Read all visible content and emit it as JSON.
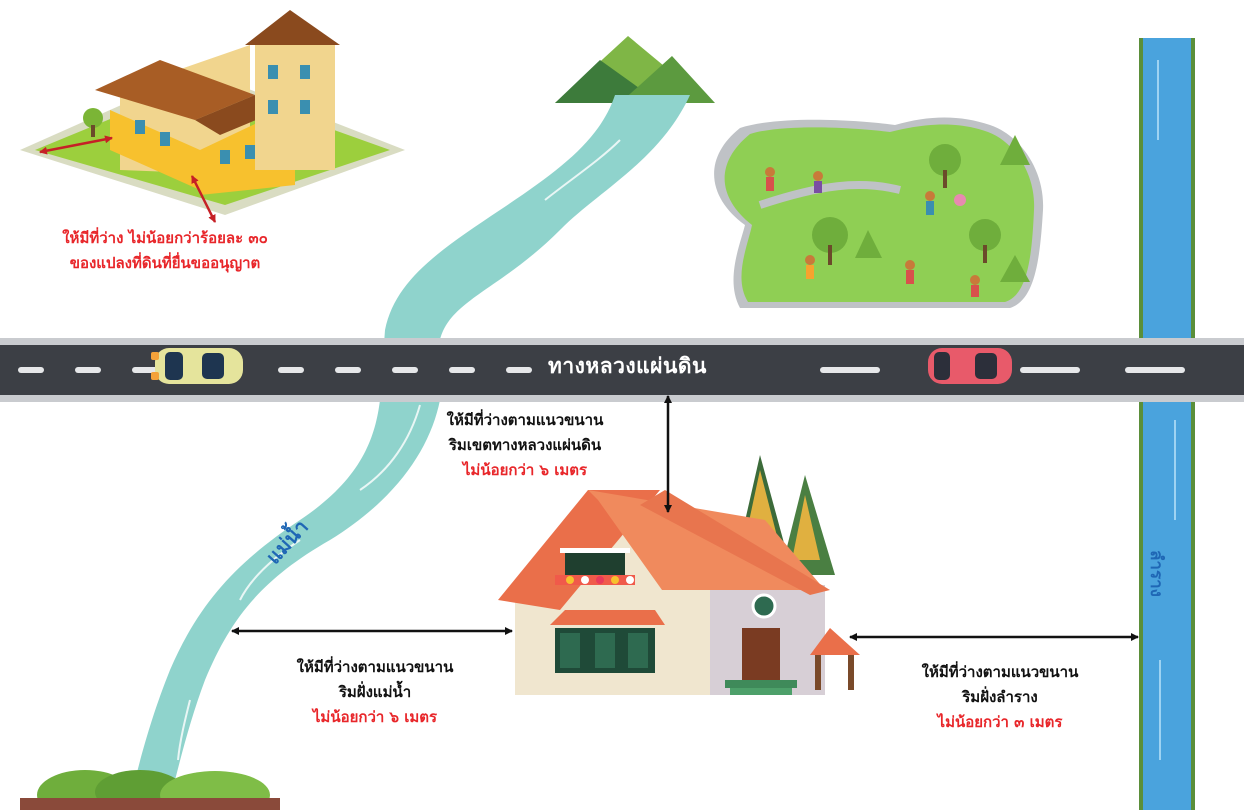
{
  "road": {
    "name": "ทางหลวงแผ่นดิน"
  },
  "river": {
    "name": "แม่น้ำ"
  },
  "canal": {
    "name": "ลำราง"
  },
  "labels": {
    "open_space": {
      "line1": "ให้มีที่ว่าง ไม่น้อยกว่าร้อยละ ๓๐",
      "line2": "ของแปลงที่ดินที่ยื่นขออนุญาต"
    },
    "highway_setback": {
      "line1": "ให้มีที่ว่างตามแนวขนาน",
      "line2": "ริมเขตทางหลวงแผ่นดิน",
      "distance": "ไม่น้อยกว่า ๖ เมตร"
    },
    "river_setback": {
      "line1": "ให้มีที่ว่างตามแนวขนาน",
      "line2": "ริมฝั่งแม่น้ำ",
      "distance": "ไม่น้อยกว่า ๖ เมตร"
    },
    "canal_setback": {
      "line1": "ให้มีที่ว่างตามแนวขนาน",
      "line2": "ริมฝั่งลำราง",
      "distance": "ไม่น้อยกว่า ๓ เมตร"
    }
  },
  "colors": {
    "road": "#3c3f45",
    "road_edge": "#c9cbcf",
    "river": "#8fd3cc",
    "canal": "#4aa3dd",
    "requirement_text": "#111111",
    "distance_text": "#e8262a",
    "water_label": "#1f67b5"
  }
}
